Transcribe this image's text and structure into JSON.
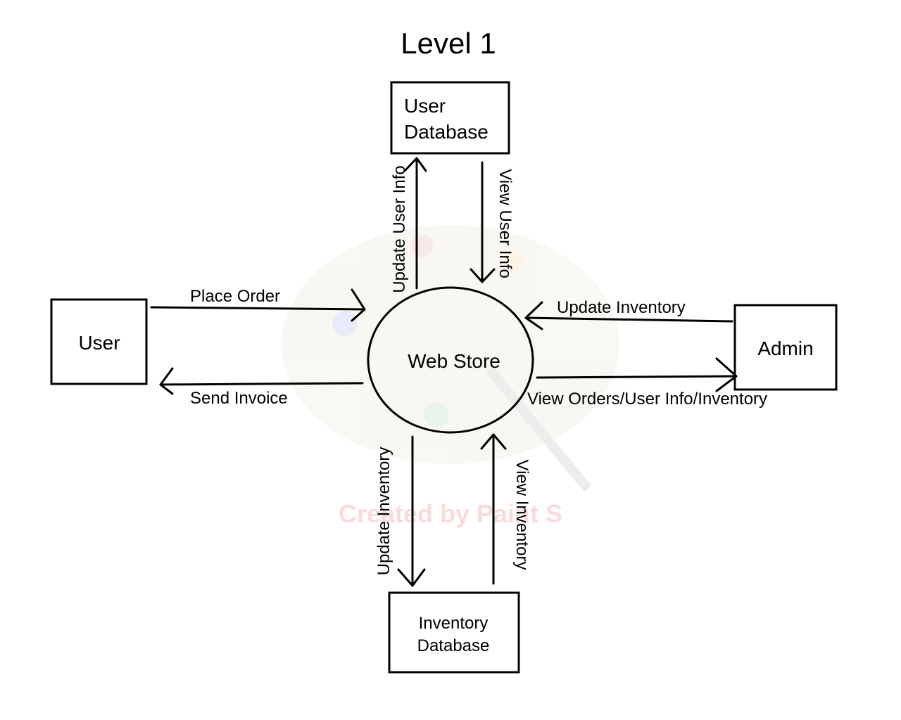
{
  "title": "Level 1",
  "process": {
    "label": "Web Store"
  },
  "entities": {
    "user": {
      "label": "User"
    },
    "admin": {
      "label": "Admin"
    }
  },
  "stores": {
    "user_database": {
      "line1": "User",
      "line2": "Database"
    },
    "inventory_database": {
      "line1": "Inventory",
      "line2": "Database"
    }
  },
  "flows": {
    "place_order": "Place Order",
    "send_invoice": "Send Invoice",
    "update_user_info": "Update User Info",
    "view_user_info": "View User Info",
    "admin_update_inventory": "Update Inventory",
    "view_orders": "View Orders/User Info/Inventory",
    "db_update_inventory": "Update Inventory",
    "view_inventory": "View Inventory"
  },
  "watermark": {
    "text": "Created by Paint S"
  },
  "colors": {
    "stroke": "#000000",
    "watermark": "#f4a6a6"
  }
}
